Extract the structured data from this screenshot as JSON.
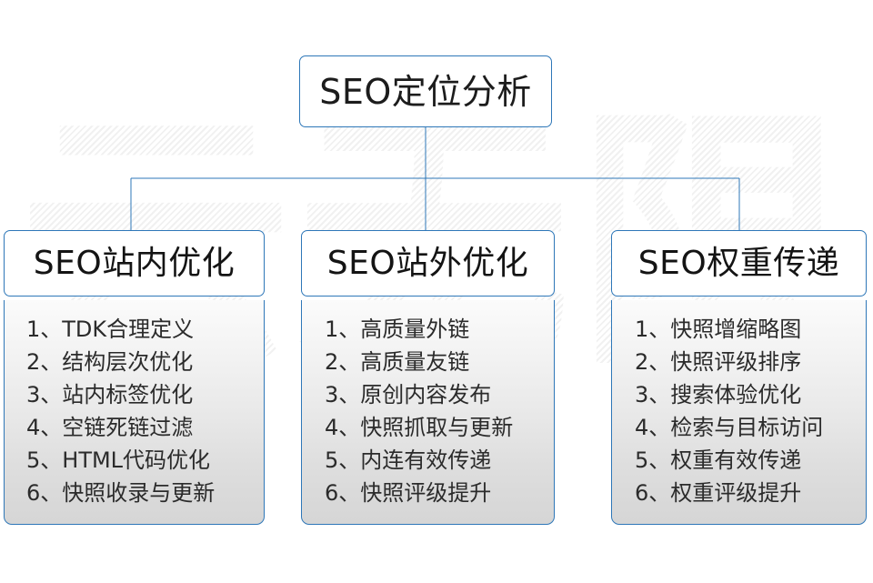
{
  "diagram": {
    "title": "SEO定位分析",
    "watermark": "云无限",
    "accent_color": "#2e77b8",
    "root": {
      "label": "SEO定位分析"
    },
    "branches": [
      {
        "header": "SEO站内优化",
        "items": [
          "1、TDK合理定义",
          "2、结构层次优化",
          "3、站内标签优化",
          "4、空链死链过滤",
          "5、HTML代码优化",
          "6、快照收录与更新"
        ]
      },
      {
        "header": "SEO站外优化",
        "items": [
          "1、高质量外链",
          "2、高质量友链",
          "3、原创内容发布",
          "4、快照抓取与更新",
          "5、内连有效传递",
          "6、快照评级提升"
        ]
      },
      {
        "header": "SEO权重传递",
        "items": [
          "1、快照增缩略图",
          "2、快照评级排序",
          "3、搜索体验优化",
          "4、检索与目标访问",
          "5、权重有效传递",
          "6、权重评级提升"
        ]
      }
    ]
  }
}
